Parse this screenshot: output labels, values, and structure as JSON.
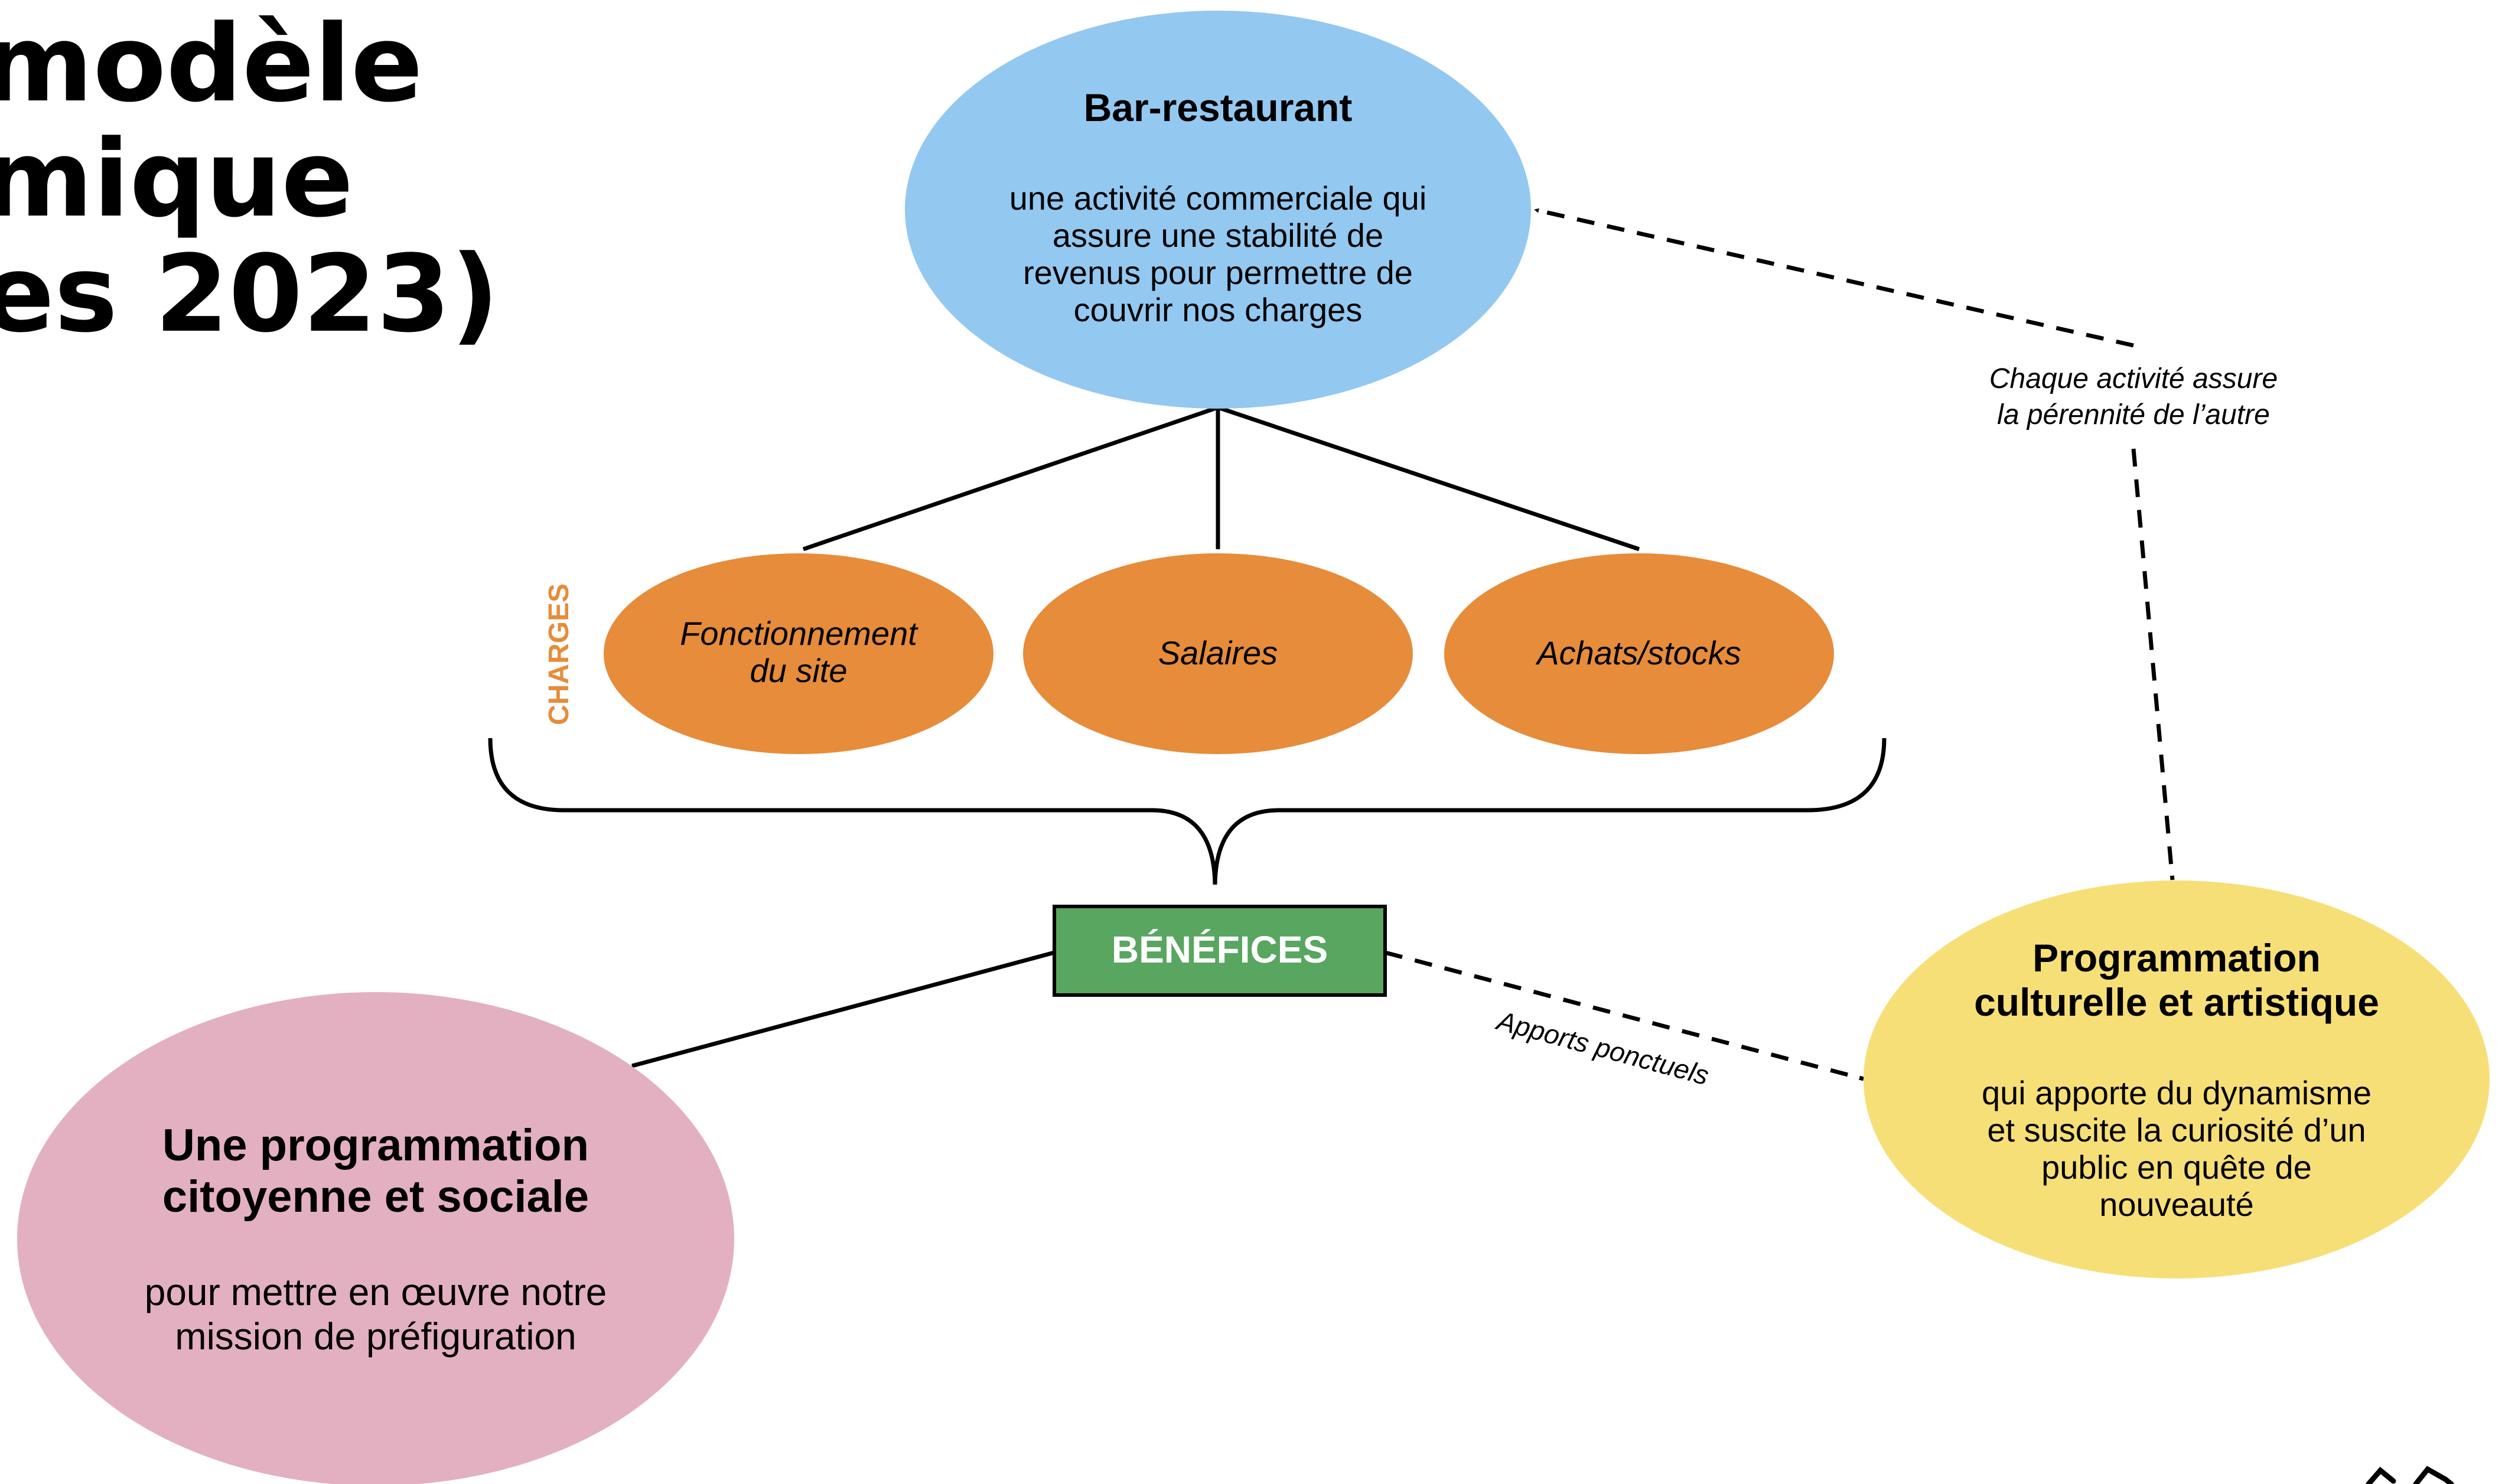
{
  "page_title": {
    "line1": "modèle",
    "line2": "mique",
    "line3": "es 2023)"
  },
  "bar_restaurant": {
    "title": "Bar-restaurant",
    "desc": [
      "une activité commerciale qui",
      "assure une stabilité de",
      "revenus pour permettre de",
      "couvrir nos charges"
    ]
  },
  "charges": {
    "label": "CHARGES",
    "items": [
      {
        "lines": [
          "Fonctionnement",
          "du site"
        ]
      },
      {
        "lines": [
          "Salaires"
        ]
      },
      {
        "lines": [
          "Achats/stocks"
        ]
      }
    ]
  },
  "benefices": {
    "label": "BÉNÉFICES"
  },
  "programmation_citoyenne": {
    "title": [
      "Une programmation",
      "citoyenne et sociale"
    ],
    "desc": [
      "pour mettre en œuvre notre",
      "mission de préfiguration"
    ]
  },
  "programmation_culturelle": {
    "title": [
      "Programmation",
      "culturelle et artistique"
    ],
    "desc": [
      "qui apporte du dynamisme",
      "et suscite la curiosité d’un",
      "public en quête de",
      "nouveauté"
    ]
  },
  "annotations": {
    "perennite": [
      "Chaque activité assure",
      "la pérennité de l’autre"
    ],
    "apports": "Apports ponctuels"
  },
  "colors": {
    "bar_restaurant": "#93c8f0",
    "charges": "#e68c3a",
    "charges_label": "#e68c3a",
    "benefices": "#58a660",
    "programmation_citoyenne": "#e3b0c1",
    "programmation_culturelle": "#f7df78"
  }
}
